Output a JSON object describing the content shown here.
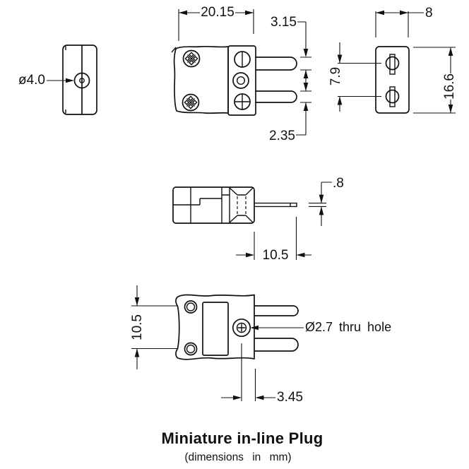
{
  "drawing": {
    "title": "Miniature in-line Plug",
    "subtitle": "(dimensions in mm)",
    "views": {
      "end_cap": {
        "diameter": "ø4.0"
      },
      "front": {
        "body_length": "20.15",
        "top_pin_width": "3.15",
        "bottom_pin_width": "2.35"
      },
      "end": {
        "depth": "8",
        "pin_spacing": "7.9",
        "height": "16.6"
      },
      "profile": {
        "pin_thickness": ".8",
        "pin_length": "10.5"
      },
      "top": {
        "body_width": "10.5",
        "hole_note": "Ø2.7 thru hole",
        "hole_offset": "3.45"
      }
    }
  }
}
